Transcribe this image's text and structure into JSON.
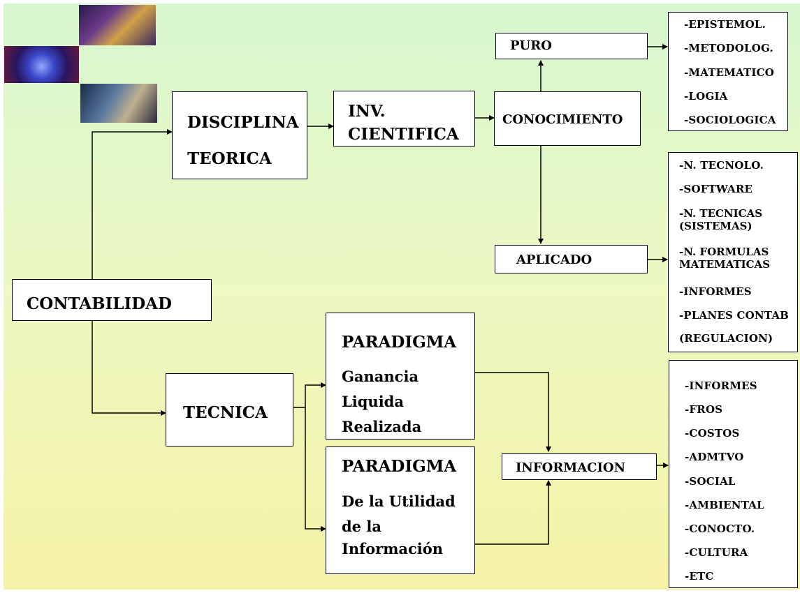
{
  "nodes": {
    "contabilidad": "CONTABILIDAD",
    "disciplina_teorica": [
      "DISCIPLINA",
      "TEORICA"
    ],
    "inv_cientifica": [
      "INV.",
      "CIENTIFICA"
    ],
    "conocimiento": "CONOCIMIENTO",
    "puro": "PURO",
    "aplicado": "APLICADO",
    "tecnica": "TECNICA",
    "paradigma1": {
      "title": "PARADIGMA",
      "lines": [
        "Ganancia",
        "Liquida",
        "Realizada"
      ]
    },
    "paradigma2": {
      "title": "PARADIGMA",
      "lines": [
        "De la Utilidad",
        "de la",
        "Información"
      ]
    },
    "informacion": "INFORMACION"
  },
  "lists": {
    "puro": [
      "-EPISTEMOL.",
      "-METODOLOG.",
      "-MATEMATICO",
      "-LOGIA",
      "-SOCIOLOGICA"
    ],
    "aplicado": [
      "-N. TECNOLO.",
      "-SOFTWARE",
      "-N. TECNICAS (SISTEMAS)",
      "-N. FORMULAS MATEMATICAS",
      "-INFORMES",
      "-PLANES CONTAB",
      "(REGULACION)"
    ],
    "informacion": [
      "-INFORMES",
      "-FROS",
      "-COSTOS",
      "-ADMTVO",
      "-SOCIAL",
      "-AMBIENTAL",
      "-CONOCTO.",
      "-CULTURA",
      "-ETC"
    ]
  },
  "images": [
    "tech-collage-image",
    "globe-image",
    "office-image"
  ],
  "colors": {
    "bg_top": "#d6f7cf",
    "bg_bottom": "#f6f2a6",
    "box": "#ffffff",
    "line": "#000000"
  }
}
